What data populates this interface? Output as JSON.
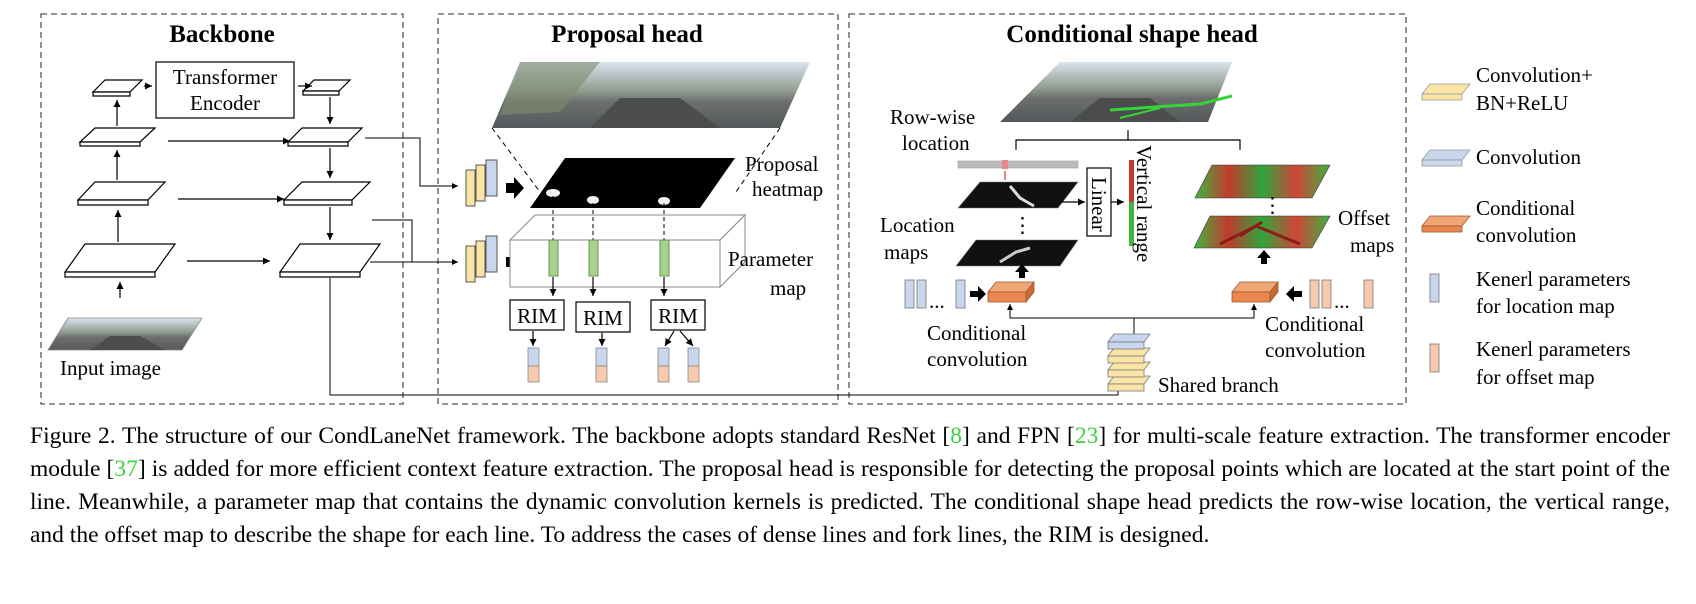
{
  "figure": {
    "panels": {
      "backbone": "Backbone",
      "proposal_head": "Proposal head",
      "conditional_shape_head": "Conditional shape head"
    },
    "labels": {
      "transformer_line1": "Transformer",
      "transformer_line2": "Encoder",
      "input_image": "Input image",
      "proposal_line1": "Proposal",
      "proposal_line2": "heatmap",
      "parameter_line1": "Parameter",
      "parameter_line2": "map",
      "rim": "RIM",
      "row_wise_line1": "Row-wise",
      "row_wise_line2": "location",
      "location_line1": "Location",
      "location_line2": "maps",
      "linear": "Linear",
      "vertical_range": "Vertical range",
      "offset_line1": "Offset",
      "offset_line2": "maps",
      "cond_conv_line1": "Conditional",
      "cond_conv_line2": "convolution",
      "shared_branch": "Shared branch",
      "ellipsis": "...",
      "vdots": "⋮"
    },
    "legend": [
      {
        "line1": "Convolution+",
        "line2": "BN+ReLU",
        "color": "#fbe5a6"
      },
      {
        "line1": "Convolution",
        "line2": "",
        "color": "#c9d7ee"
      },
      {
        "line1": "Conditional",
        "line2": "convolution",
        "color": "#e8864e"
      },
      {
        "line1": "Kenerl parameters",
        "line2": "for location map",
        "color": "#c9d7ee"
      },
      {
        "line1": "Kenerl parameters",
        "line2": "for offset map",
        "color": "#f7c9ad"
      }
    ],
    "colors": {
      "yellow": "#fbe5a6",
      "blue": "#c9d7ee",
      "orange": "#e8864e",
      "green": "#a9d18e",
      "peach": "#f7c9ad"
    }
  },
  "caption": {
    "p1": "Figure 2. The structure of our CondLaneNet framework. The backbone adopts standard ResNet [",
    "ref1": "8",
    "p2": "] and FPN [",
    "ref2": "23",
    "p3": "] for multi-scale feature extraction. The transformer encoder module [",
    "ref3": "37",
    "p4": "] is added for more efficient context feature extraction. The proposal head is responsible for detecting the proposal points which are located at the start point of the line. Meanwhile, a parameter map that contains the dynamic convolution kernels is predicted. The conditional shape head predicts the row-wise location, the vertical range, and the offset map to describe the shape for each line. To address the cases of dense lines and fork lines, the RIM is designed."
  }
}
